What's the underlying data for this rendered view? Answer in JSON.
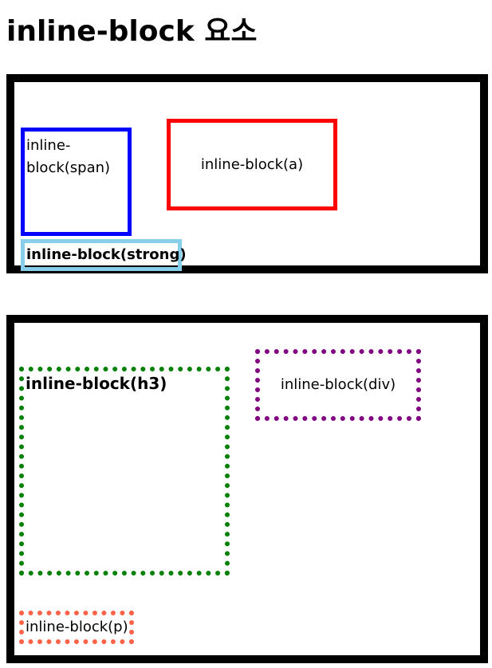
{
  "page": {
    "title": "inline-block 요소"
  },
  "section_1": {
    "span_text": "inline-block(span)",
    "a_text": "inline-block(a)",
    "strong_text": "inline-block(strong)"
  },
  "section_2": {
    "h3_text": "inline-block(h3)",
    "div_text": "inline-block(div)",
    "p_text": "inline-block(p)"
  },
  "colors": {
    "outer_border": "#000000",
    "span_border": "#0000ff",
    "a_border": "#ff0000",
    "strong_border": "#87ceeb",
    "h3_border": "#008000",
    "div_border": "#800080",
    "p_border": "#ff6347"
  }
}
